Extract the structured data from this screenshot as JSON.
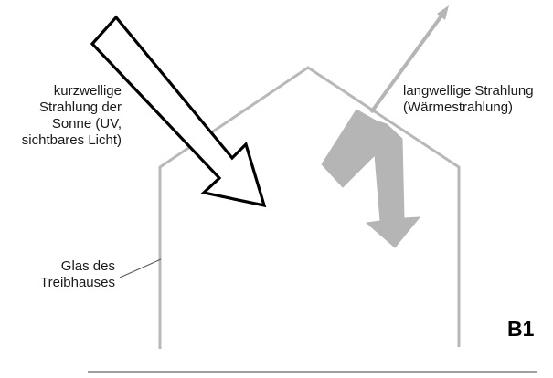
{
  "colors": {
    "house_outline": "#b8b8b8",
    "heat_arrow": "#b5b5b5",
    "ground_line": "#a0a0a0",
    "sun_arrow_stroke": "#000000",
    "sun_arrow_fill": "#ffffff",
    "text": "#1a1a1a"
  },
  "labels": {
    "short_wave": {
      "line1": "kurzwellige",
      "line2": "Strahlung der",
      "line3": "Sonne (UV,",
      "line4": "sichtbares Licht)"
    },
    "long_wave": {
      "line1": "langwellige Strahlung",
      "line2": "(Wärmestrahlung)"
    },
    "glass": {
      "line1": "Glas des",
      "line2": "Treibhauses"
    }
  },
  "figure_id": "B1",
  "icons": {
    "sun_radiation_arrow": "outlined-white-arrow",
    "escaping_radiation_arrow": "thin-gray-arrow",
    "reflected_radiation_arrow": "thick-gray-bent-arrow"
  }
}
